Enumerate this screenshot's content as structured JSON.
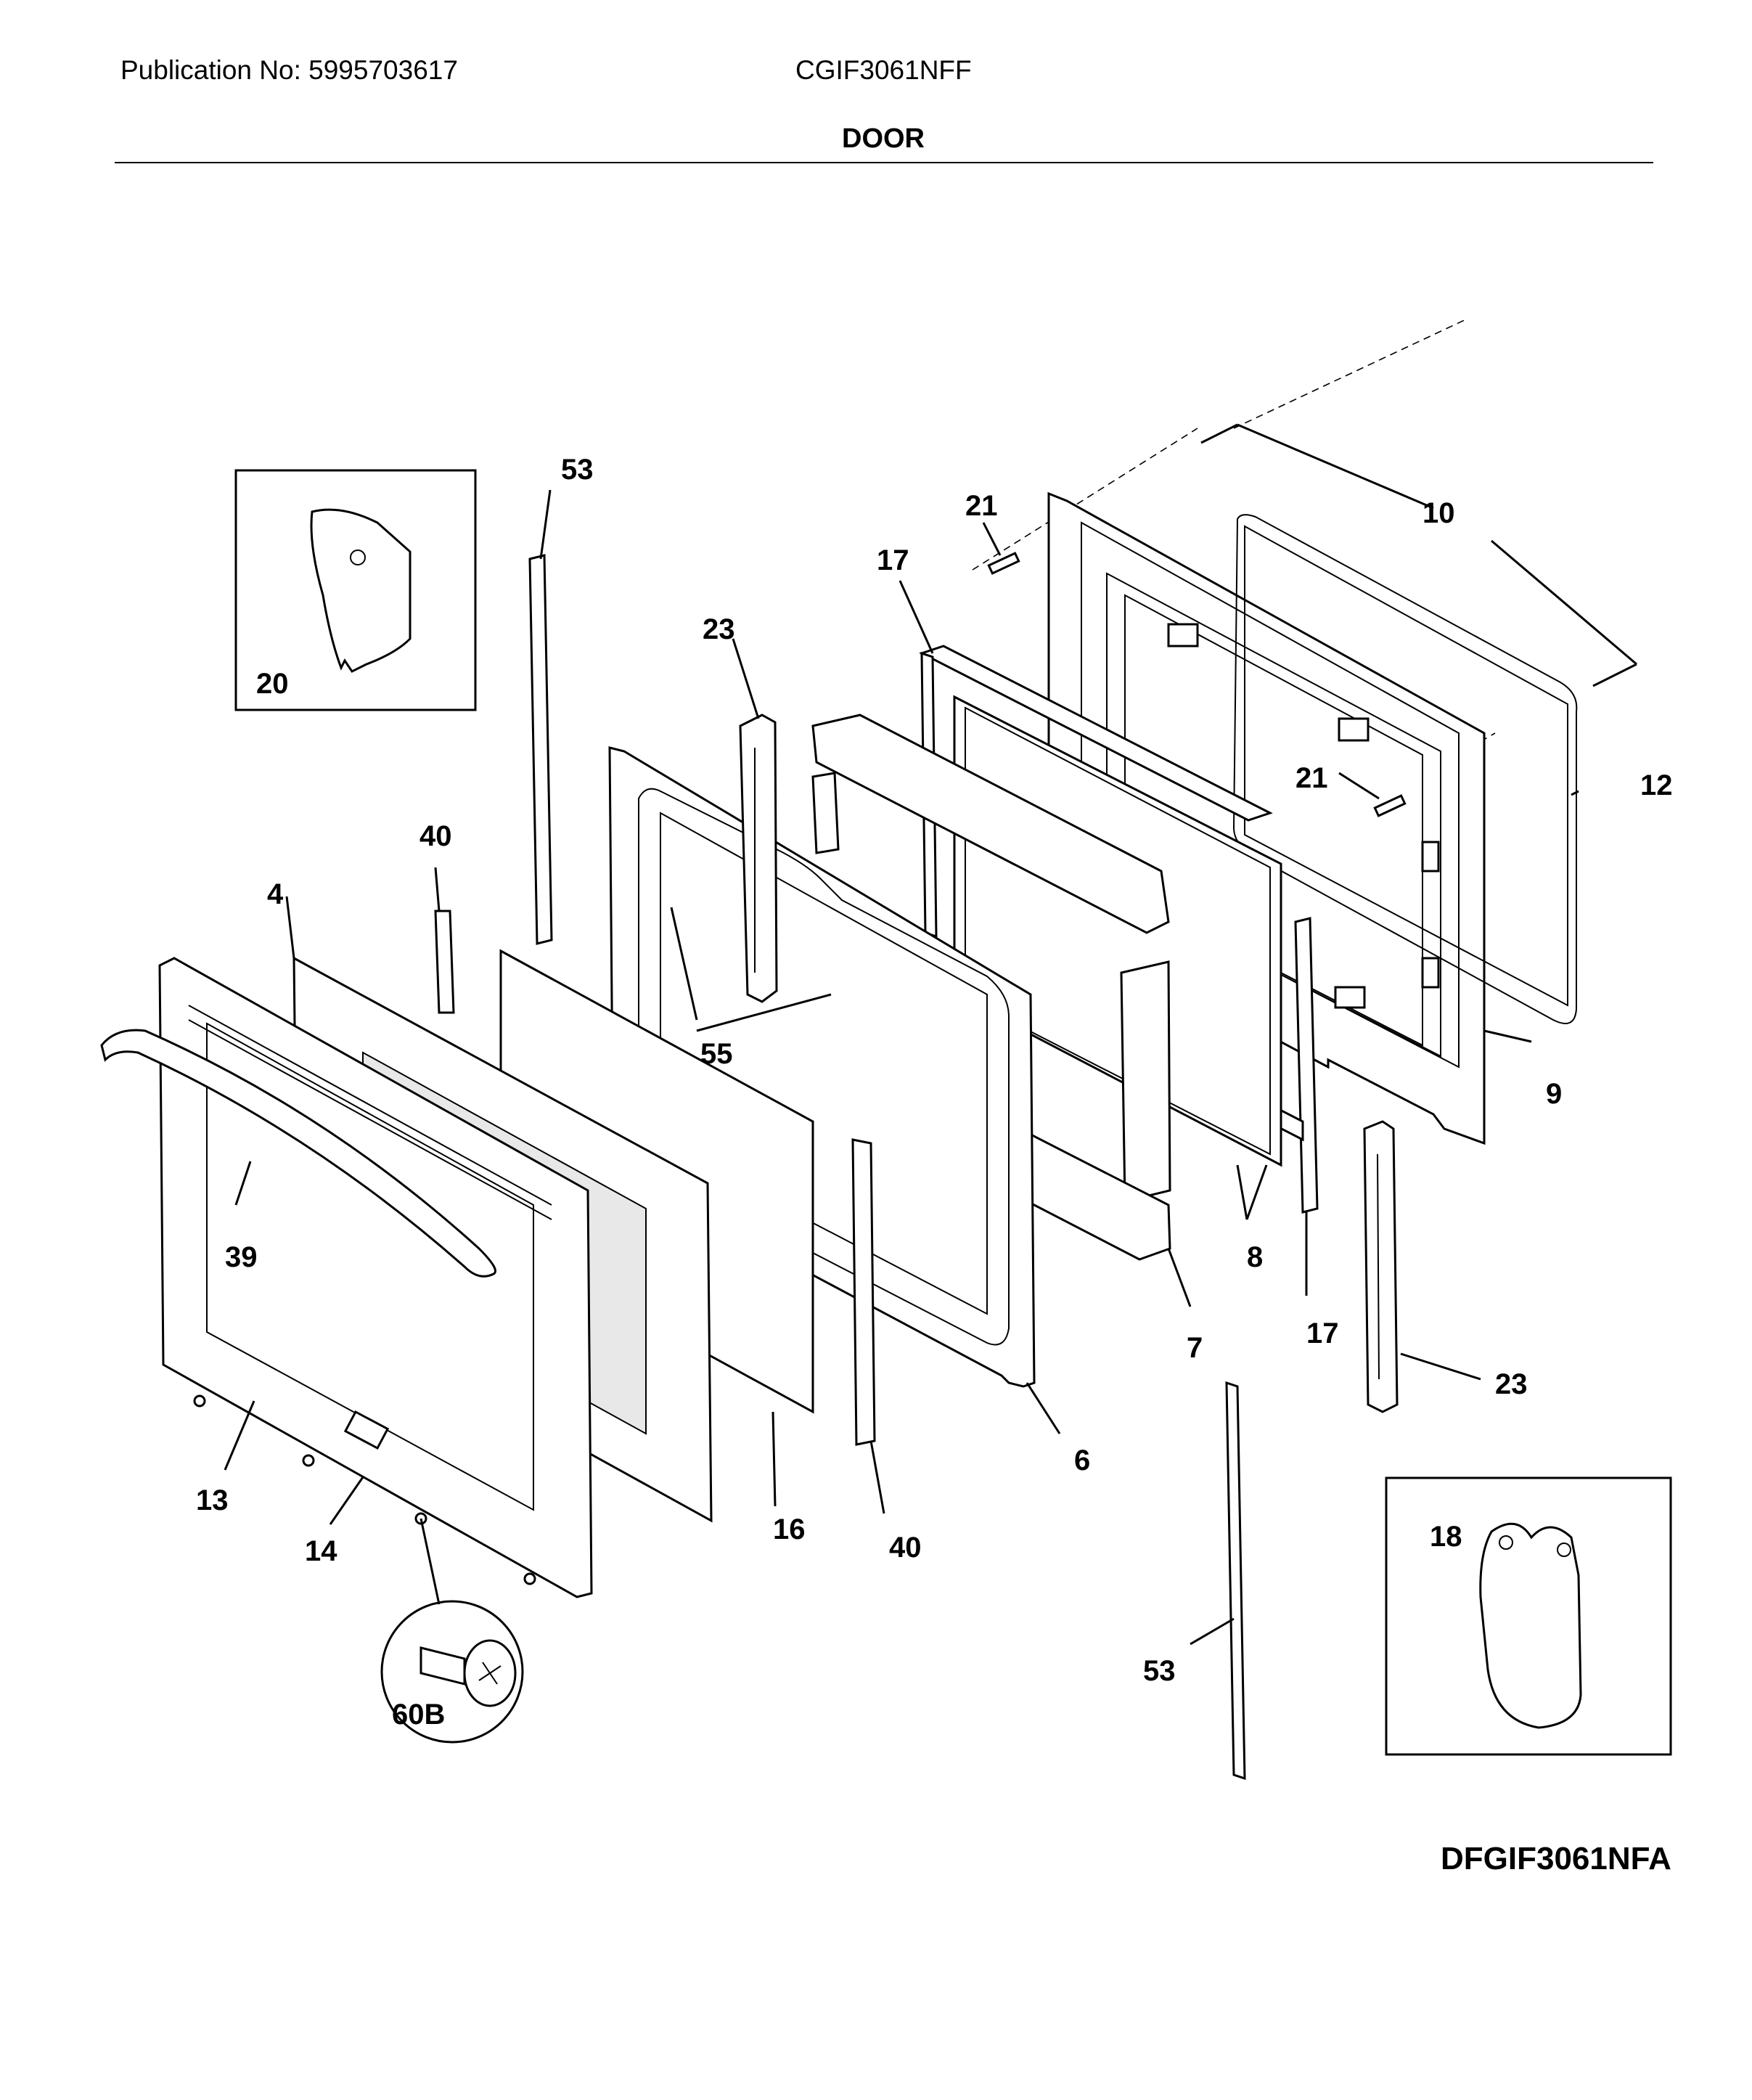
{
  "header": {
    "publication": "Publication No: 5995703617",
    "model": "CGIF3061NFF",
    "section_title": "DOOR"
  },
  "diagram_code": "DFGIF3061NFA",
  "callouts": {
    "c53a": "53",
    "c20": "20",
    "c23a": "23",
    "c17a": "17",
    "c21a": "21",
    "c10": "10",
    "c12": "12",
    "c21b": "21",
    "c40a": "40",
    "c4": "4",
    "c55": "55",
    "c39": "39",
    "c9": "9",
    "c8": "8",
    "c7": "7",
    "c17b": "17",
    "c23b": "23",
    "c6": "6",
    "c13": "13",
    "c14": "14",
    "c16": "16",
    "c40b": "40",
    "c18": "18",
    "c60b": "60B",
    "c53b": "53"
  }
}
